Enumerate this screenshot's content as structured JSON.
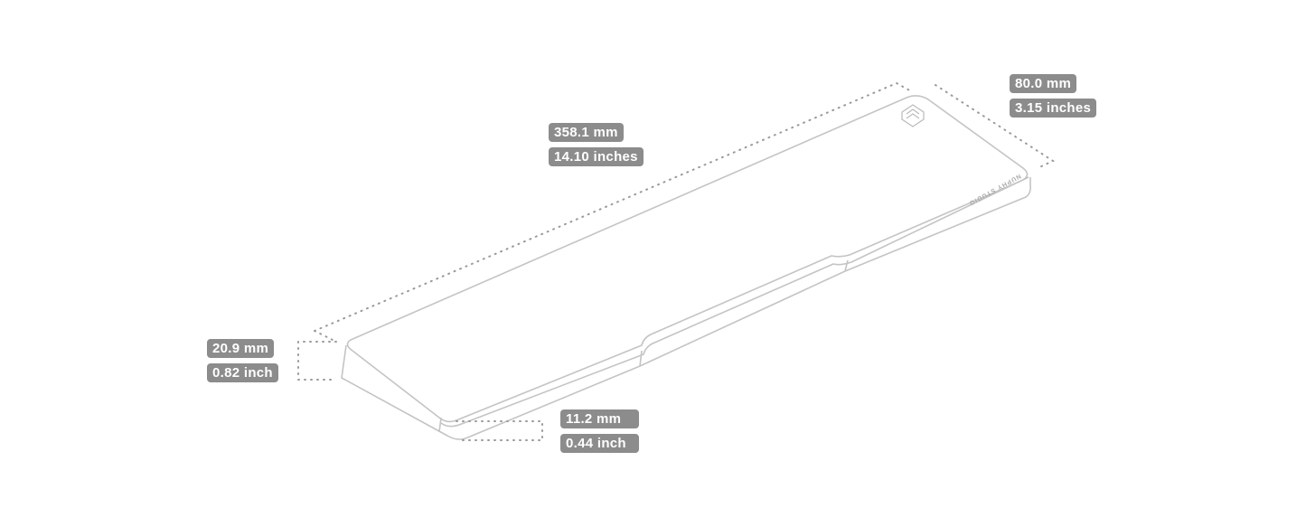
{
  "product": {
    "brand_text": "NUPHY STUDIO",
    "logo": "nuphy-logo-icon"
  },
  "dimensions": {
    "length": {
      "mm": "358.1 mm",
      "inches": "14.10 inches"
    },
    "width": {
      "mm": "80.0 mm",
      "inches": "3.15 inches"
    },
    "height_back": {
      "mm": "20.9 mm",
      "inches": "0.82 inch"
    },
    "height_front": {
      "mm": "11.2 mm",
      "inches": "0.44 inch"
    }
  },
  "colors": {
    "outline": "#c4c4c4",
    "label_bg": "#8c8c8c",
    "dots": "#9a9a9a"
  }
}
